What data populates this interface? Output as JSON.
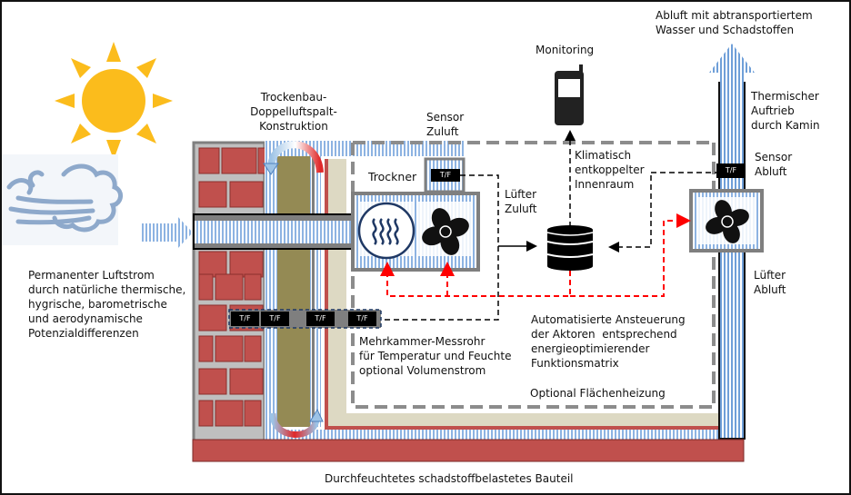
{
  "labels": {
    "top_right": "Abluft mit abtransportiertem\nWasser und Schadstoffen",
    "monitoring": "Monitoring",
    "construction": "Trockenbau-\nDoppelluftspalt-\nKonstruktion",
    "sensor_supply": "Sensor\nZuluft",
    "dryer": "Trockner",
    "fan_supply": "Lüfter\nZuluft",
    "climate_room": "Klimatisch\nentkoppelter\nInnenraum",
    "chimney": "Thermischer\nAuftrieb\ndurch Kamin",
    "sensor_exhaust": "Sensor\nAbluft",
    "fan_exhaust": "Lüfter\nAbluft",
    "airflow": "Permanenter Luftstrom\ndurch natürliche thermische,\nhygrische, barometrische\nund aerodynamische\nPotenzialdifferenzen",
    "control": "Automatisierte Ansteuerung\nder Aktoren  entsprechend\nenergieoptimierender\nFunktionsmatrix",
    "measuring_tube": "Mehrkammer-Messrohr\nfür Temperatur und Feuchte\noptional Volumenstrom",
    "floor_heating": "Optional Flächenheizung",
    "wall": "Durchfeuchtetes schadstoffbelastetes Bauteil"
  },
  "sensor_tag": "T/F",
  "icons": [
    "sun-icon",
    "wind-icon",
    "phone-icon",
    "database-icon",
    "heater-icon",
    "fan-icon"
  ],
  "colors": {
    "brick": "#c0504d",
    "mortar": "#bfbfbf",
    "insulation": "#948a54",
    "plaster": "#ddd9c3",
    "air": "#8db3e2",
    "control_line": "#ff0000",
    "sun": "#fbbc1c",
    "wind": "#8ea9cb"
  }
}
